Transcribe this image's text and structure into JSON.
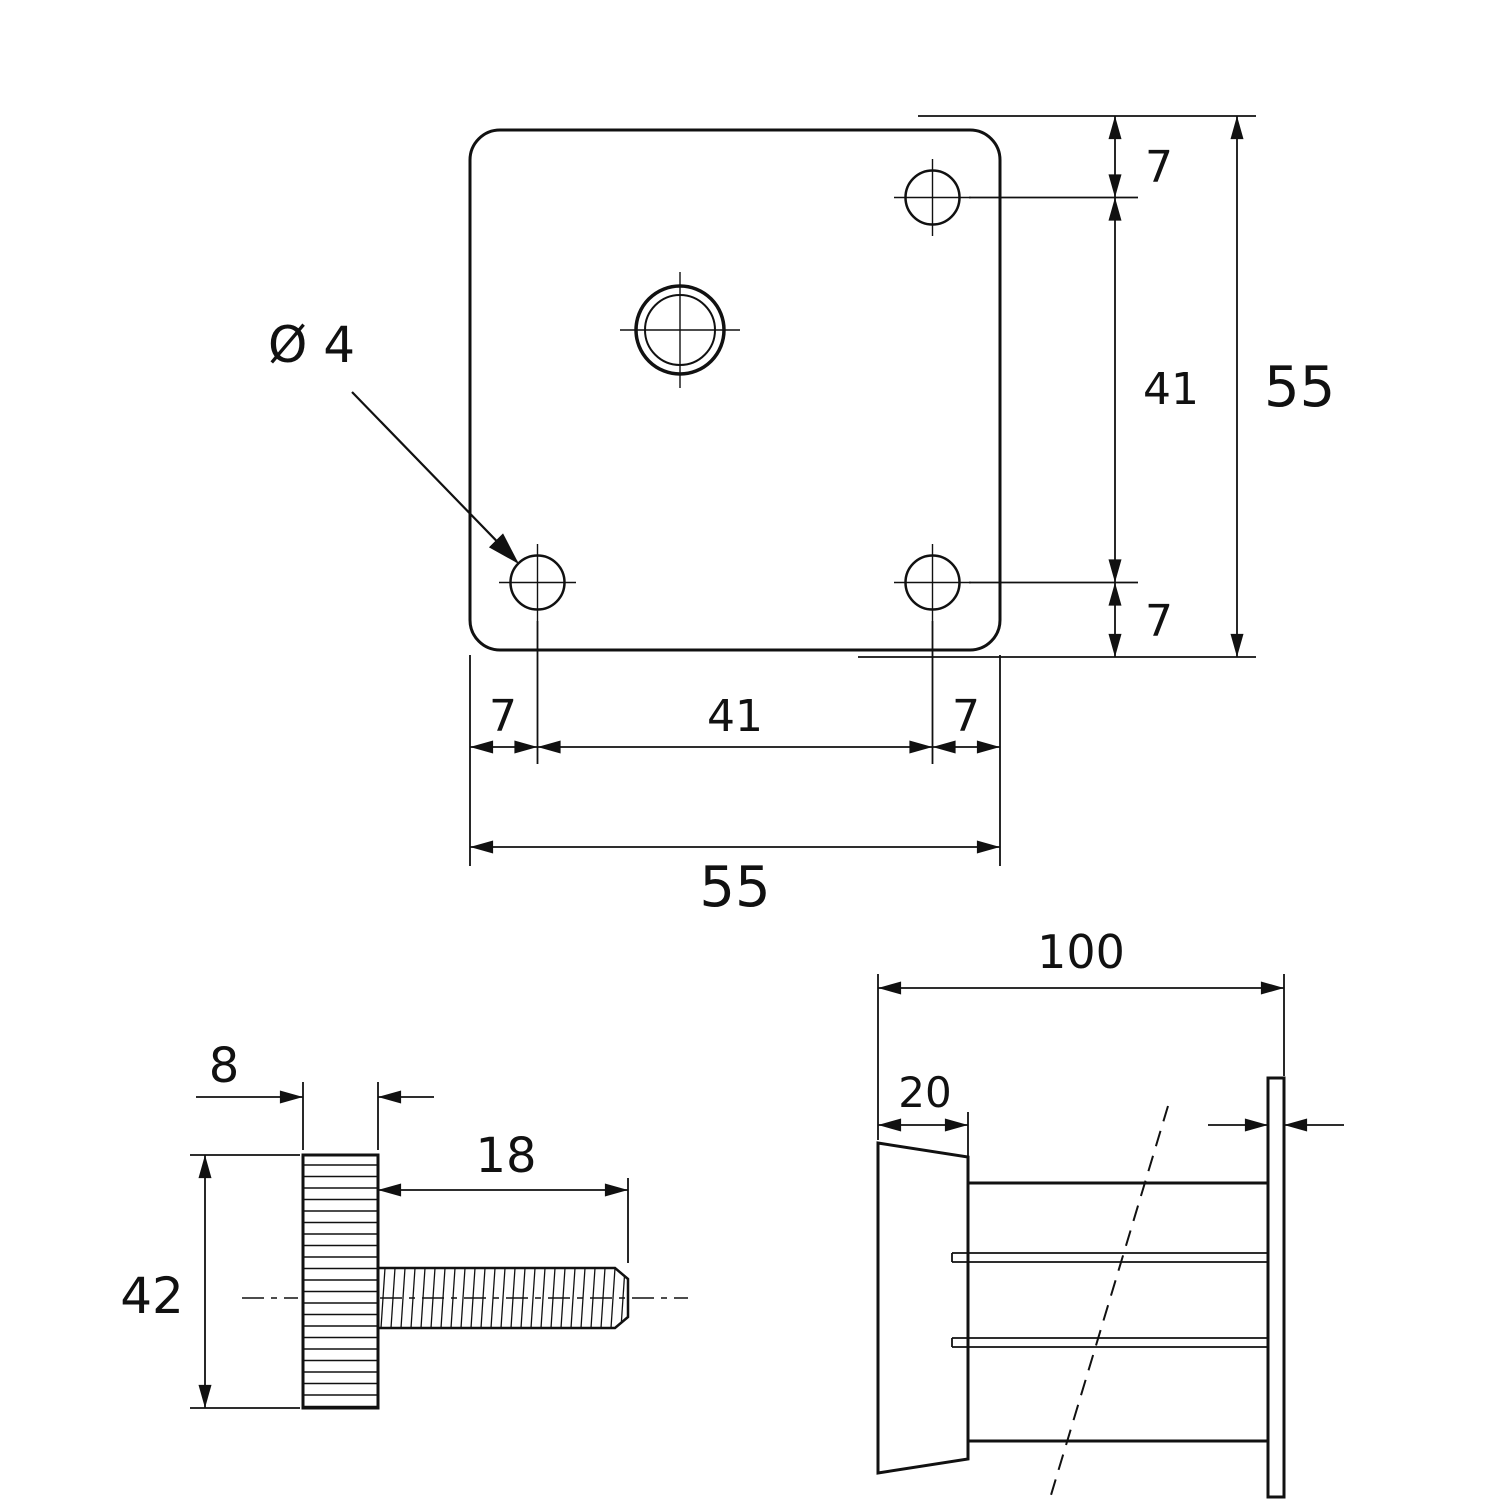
{
  "plate_view": {
    "hole_diameter_label": "Ø 4",
    "dims": {
      "right_top": "7",
      "right_middle": "41",
      "right_bottom": "7",
      "right_total": "55",
      "bottom_left": "7",
      "bottom_middle": "41",
      "bottom_right": "7",
      "bottom_total": "55"
    }
  },
  "screw_view": {
    "dims": {
      "head_thickness": "8",
      "thread_length": "18",
      "head_diameter": "42"
    }
  },
  "sleeve_view": {
    "dims": {
      "total_length": "100",
      "cone_length": "20"
    }
  }
}
